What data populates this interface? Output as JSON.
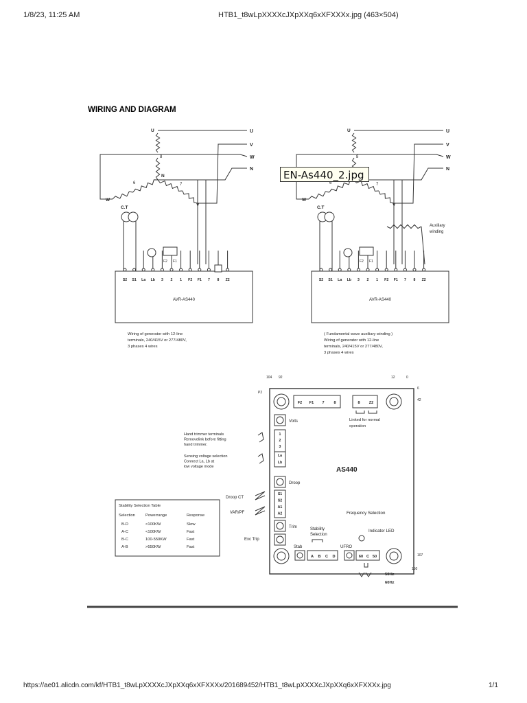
{
  "browser": {
    "datetime": "1/8/23, 11:25 AM",
    "title": "HTB1_t8wLpXXXXcJXpXXq6xXFXXXx.jpg (463×504)",
    "url": "https://ae01.alicdn.com/kf/HTB1_t8wLpXXXXcJXpXXq6xXFXXXx/201689452/HTB1_t8wLpXXXXcJXpXXq6xXFXXXx.jpg",
    "page_count": "1/1"
  },
  "tooltip": "EN-As440_2.jpg",
  "diagram": {
    "title": "WIRING AND DIAGRAM",
    "phases": [
      "U",
      "V",
      "W",
      "N"
    ],
    "winding_labels": {
      "u": "U",
      "w": "W",
      "v": "V",
      "n": "N",
      "six": "6",
      "seven": "7",
      "eight": "8"
    },
    "ct_label": "C.T",
    "fuse_labels": [
      "F2",
      "F1"
    ],
    "left": {
      "terminals": [
        "S2",
        "S1",
        "La",
        "Lb",
        "3",
        "2",
        "1",
        "F2",
        "F1",
        "7",
        "8",
        "Z2"
      ],
      "avr_label": "AVR-AS440",
      "caption": [
        "Wiring of generator with 12-line",
        "terminals, 240/415V or 277/480V,",
        "3 phases 4 wires"
      ]
    },
    "right": {
      "terminals": [
        "S2",
        "S1",
        "La",
        "Lb",
        "3",
        "2",
        "1",
        "F2",
        "F1",
        "7",
        "8",
        "Z2"
      ],
      "avr_label": "AVR-AS440",
      "aux_label": [
        "Auxiliary",
        "winding"
      ],
      "caption": [
        "( Fundamental wave auxiliary winding )",
        "Wiring of generator with 12-line",
        "terminals, 240/415V or 277/480V,",
        "3 phases 4 wires"
      ]
    },
    "board": {
      "name": "AS440",
      "top_left_marks": [
        "104",
        "92"
      ],
      "top_right_marks": [
        "12",
        "0"
      ],
      "right_marks": [
        "6",
        "42"
      ],
      "bottom_right_marks": [
        "107",
        "150"
      ],
      "hole_label": "P2",
      "top_terminals": [
        "F2",
        "F1",
        "7",
        "8",
        "Z2"
      ],
      "link_label": [
        "Linked for normal",
        "operation"
      ],
      "volts": "Volts",
      "hand_trimmer": [
        "Hand trimmer terminals",
        "Removelink before fitting",
        "hand trimmer."
      ],
      "hand_terminals": [
        "1",
        "2",
        "3"
      ],
      "sensing": [
        "Sensing voltage selection",
        "Connect La, Lb at",
        "low voltage mode"
      ],
      "sensing_terminals": [
        "La",
        "Lb"
      ],
      "droop_pot": "Droop",
      "droop_ct": "Droop CT",
      "var_pf": "VAR/PF",
      "ct_terminals": [
        "S1",
        "S2",
        "A1",
        "A2"
      ],
      "trim": "Trim",
      "exc_trip": "Exc Trip",
      "stability_selection": [
        "Stability",
        "Selection"
      ],
      "stab": "Stab",
      "stab_terminals": [
        "A",
        "B",
        "C",
        "D"
      ],
      "ufro": "UFRO",
      "freq_terminals": [
        "60",
        "C",
        "50"
      ],
      "frequency_selection": "Frequency Selection",
      "indicator_led": "Indicator LED",
      "freq_options": [
        "50Hz",
        "60Hz"
      ]
    },
    "stability_table": {
      "title": "Stability Selection Table",
      "headers": [
        "Selection",
        "Powerrange",
        "Response"
      ],
      "rows": [
        [
          "B-D",
          "<100KW",
          "Slow"
        ],
        [
          "A-C",
          "<100KW",
          "Fast"
        ],
        [
          "B-C",
          "100-550KW",
          "Fast"
        ],
        [
          "A-B",
          ">550KW",
          "Fast"
        ]
      ]
    }
  }
}
